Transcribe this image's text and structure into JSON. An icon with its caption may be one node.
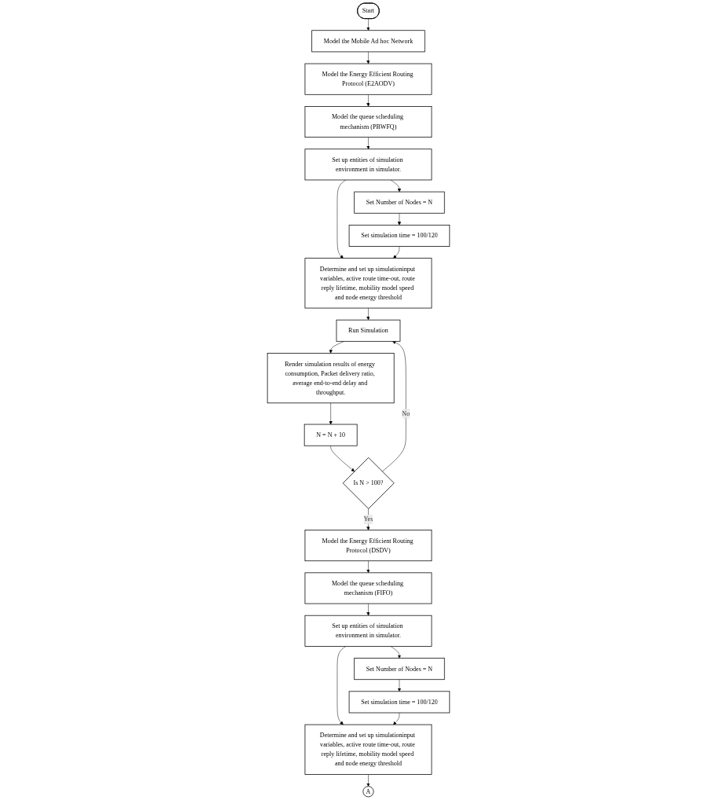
{
  "diagram": {
    "nodes": [
      {
        "text": [
          "Start"
        ]
      },
      {
        "text": [
          "Model the Mobile Ad hoc Network"
        ]
      },
      {
        "text": [
          "Model the Energy Efficient Routing Protocol (E2AODV)"
        ]
      },
      {
        "text": [
          "Model the queue scheduling mechanism (PBWFQ)"
        ]
      },
      {
        "text": [
          "Set up entities of simulation environment in simulator."
        ]
      },
      {
        "text": [
          "Set Number of Nodes = N"
        ]
      },
      {
        "text": [
          "Set simulation time = 100/120"
        ]
      },
      {
        "text": [
          "Determine and set up simulationinput variables, active route time-out, route reply lifetime, mobility model speed and node energy threshold"
        ]
      },
      {
        "text": [
          "Run Simulation"
        ]
      },
      {
        "text": [
          "Render simulation results of energy consumption, Packet delivery ratio, average end-to-end delay and throughput."
        ]
      },
      {
        "text": [
          "N = N + 10"
        ]
      },
      {
        "text": [
          "Is N > 100?"
        ]
      },
      {
        "text": [
          "Model the Energy Efficient Routing Protocol (DSDV)"
        ]
      },
      {
        "text": [
          "Model the queue scheduling mechanism (FIFO)"
        ]
      },
      {
        "text": [
          "Set up entities of simulation environment in simulator."
        ]
      },
      {
        "text": [
          "Set Number of Nodes = N"
        ]
      },
      {
        "text": [
          "Set simulation time = 100/120"
        ]
      },
      {
        "text": [
          "Determine and set up simulationinput variables, active route time-out, route reply lifetime, mobility model speed and node energy threshold"
        ]
      },
      {
        "text": [
          "A"
        ]
      }
    ],
    "edges": [
      {
        "from": 0,
        "to": 1,
        "arrow": "to"
      },
      {
        "from": 1,
        "to": 2,
        "arrow": "to"
      },
      {
        "from": 2,
        "to": 3,
        "arrow": "to"
      },
      {
        "from": 3,
        "to": 4,
        "arrow": "to"
      },
      {
        "from": 4,
        "to": 7,
        "arrow": "to"
      },
      {
        "from": 4,
        "to": 5,
        "arrow": "to"
      },
      {
        "from": 5,
        "to": 6,
        "arrow": "to"
      },
      {
        "from": 6,
        "to": 7,
        "arrow": "to"
      },
      {
        "from": 7,
        "to": 8,
        "arrow": "to"
      },
      {
        "from": 8,
        "to": 9,
        "arrow": "to"
      },
      {
        "from": 9,
        "to": 10,
        "arrow": "to"
      },
      {
        "from": 10,
        "to": 11,
        "arrow": "to"
      },
      {
        "from": 11,
        "to": 8,
        "label": "No",
        "arrow": "to"
      },
      {
        "from": 11,
        "to": 12,
        "label": "Yes",
        "arrow": "to"
      },
      {
        "from": 12,
        "to": 13,
        "arrow": "to"
      },
      {
        "from": 13,
        "to": 14,
        "arrow": "to"
      },
      {
        "from": 14,
        "to": 17,
        "arrow": "to"
      },
      {
        "from": 14,
        "to": 15,
        "arrow": "to"
      },
      {
        "from": 15,
        "to": 16,
        "arrow": "to"
      },
      {
        "from": 16,
        "to": 17,
        "arrow": "to"
      },
      {
        "from": 17,
        "to": 18,
        "arrow": "to"
      }
    ]
  }
}
